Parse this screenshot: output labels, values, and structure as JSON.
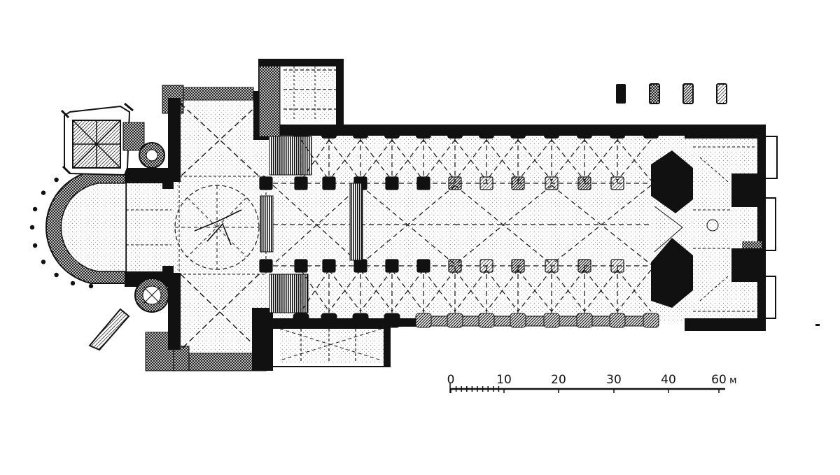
{
  "scale_bar": {
    "ticks": [
      "0",
      "10",
      "20",
      "30",
      "40",
      "60"
    ],
    "unit": "м"
  },
  "legend": {
    "swatches": [
      {
        "fill": "solid-black"
      },
      {
        "fill": "cross-hatch"
      },
      {
        "fill": "diagonal-hatch-dense"
      },
      {
        "fill": "diagonal-hatch-light"
      }
    ]
  },
  "colors": {
    "ink": "#111111",
    "paper": "#ffffff",
    "stipple": "#9a9a9a"
  }
}
